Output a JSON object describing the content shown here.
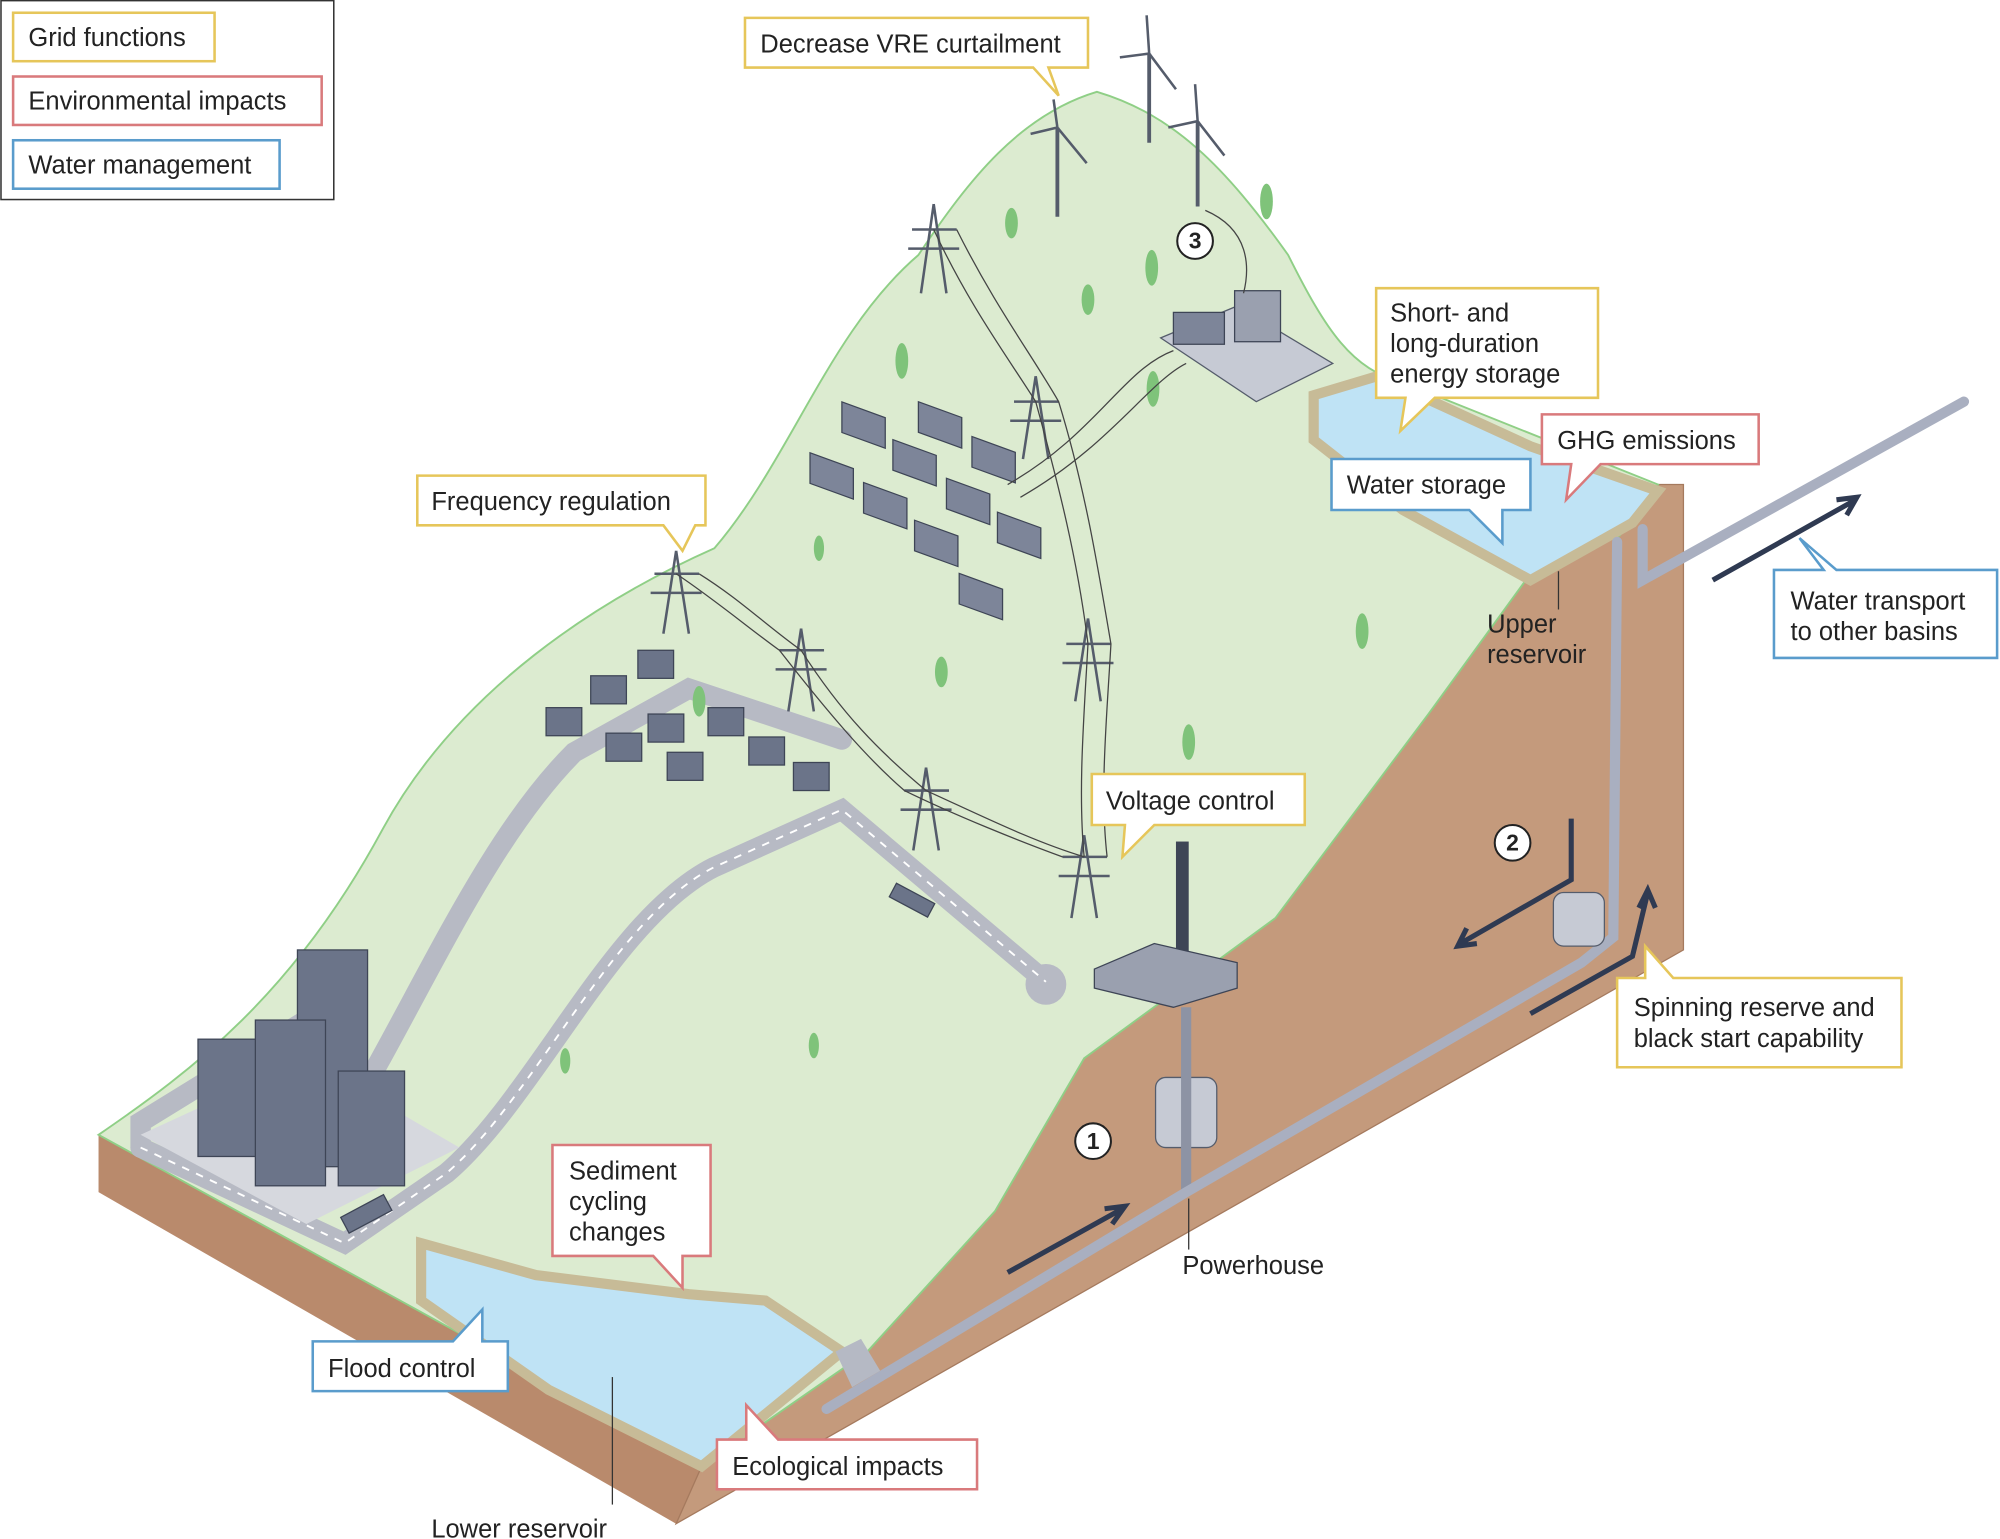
{
  "legend": {
    "grid_functions": "Grid functions",
    "environmental_impacts": "Environmental impacts",
    "water_management": "Water management"
  },
  "callouts": {
    "decrease_vre": "Decrease VRE curtailment",
    "frequency_regulation": "Frequency regulation",
    "energy_storage": [
      "Short- and",
      "long-duration",
      "energy storage"
    ],
    "ghg_emissions": "GHG emissions",
    "water_storage": "Water storage",
    "water_transport": [
      "Water transport",
      "to other basins"
    ],
    "voltage_control": "Voltage control",
    "spinning_reserve": [
      "Spinning reserve and",
      "black start capability"
    ],
    "sediment_cycling": [
      "Sediment",
      "cycling",
      "changes"
    ],
    "flood_control": "Flood control",
    "ecological_impacts": "Ecological impacts"
  },
  "labels": {
    "upper_reservoir": [
      "Upper",
      "reservoir"
    ],
    "lower_reservoir": "Lower reservoir",
    "powerhouse": "Powerhouse"
  },
  "markers": {
    "one": "1",
    "two": "2",
    "three": "3"
  },
  "colors": {
    "grid": "#e6c65a",
    "environment": "#d97a7c",
    "water": "#5a9ccc",
    "land": "#dcebd0",
    "soil": "#c49a7c",
    "reservoir": "#bfe3f5"
  }
}
